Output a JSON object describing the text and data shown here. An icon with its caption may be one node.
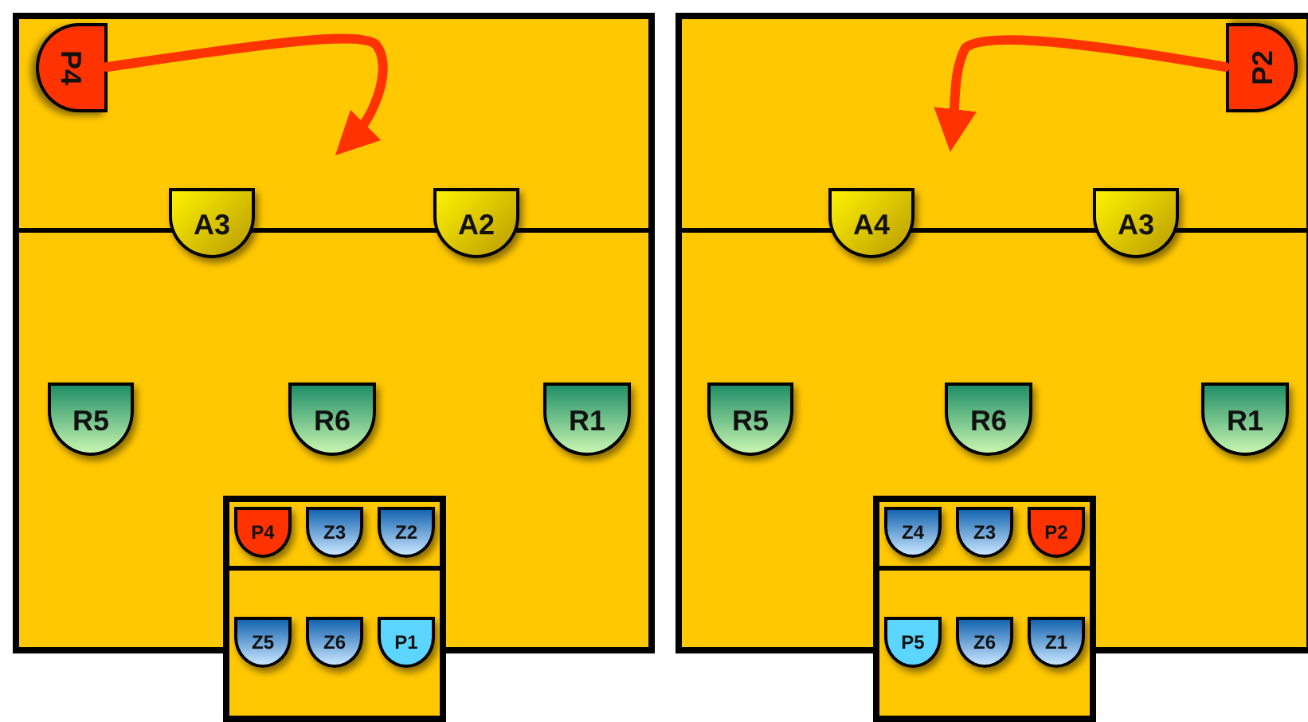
{
  "diagram": {
    "nodes": [
      {
        "text": [],
        "shape": "box"
      },
      {
        "text": [
          "P4"
        ],
        "in": 0
      },
      {
        "text": [
          "A3"
        ],
        "in": 0
      },
      {
        "text": [
          "A2"
        ],
        "in": 0
      },
      {
        "text": [
          "R5"
        ],
        "in": 0
      },
      {
        "text": [
          "R6"
        ],
        "in": 0
      },
      {
        "text": [
          "R1"
        ],
        "in": 0
      },
      {
        "text": [],
        "shape": "box"
      },
      {
        "text": [
          "P4"
        ]
      },
      {
        "text": [
          "Z3"
        ]
      },
      {
        "text": [
          "Z2"
        ]
      },
      {
        "text": [
          "Z5"
        ],
        "in": 7
      },
      {
        "text": [
          "Z6"
        ],
        "in": 7
      },
      {
        "text": [
          "P1"
        ],
        "in": 7
      },
      {
        "text": [],
        "shape": "box"
      },
      {
        "text": [
          "P2"
        ],
        "in": 14
      },
      {
        "text": [
          "A4"
        ],
        "in": 14
      },
      {
        "text": [
          "A3"
        ],
        "in": 14
      },
      {
        "text": [
          "R5"
        ],
        "in": 14
      },
      {
        "text": [
          "R6"
        ],
        "in": 14
      },
      {
        "text": [
          "R1"
        ],
        "in": 14
      },
      {
        "text": [],
        "shape": "box"
      },
      {
        "text": [
          "Z4"
        ]
      },
      {
        "text": [
          "Z3"
        ]
      },
      {
        "text": [
          "P2"
        ]
      },
      {
        "text": [
          "P5"
        ],
        "in": 21
      },
      {
        "text": [
          "Z6"
        ],
        "in": 21
      },
      {
        "text": [
          "Z1"
        ],
        "in": 21
      }
    ],
    "edges": [
      {
        "from": 1,
        "to": null,
        "arrow": "to"
      },
      {
        "from": 15,
        "to": null,
        "arrow": "to"
      }
    ]
  }
}
